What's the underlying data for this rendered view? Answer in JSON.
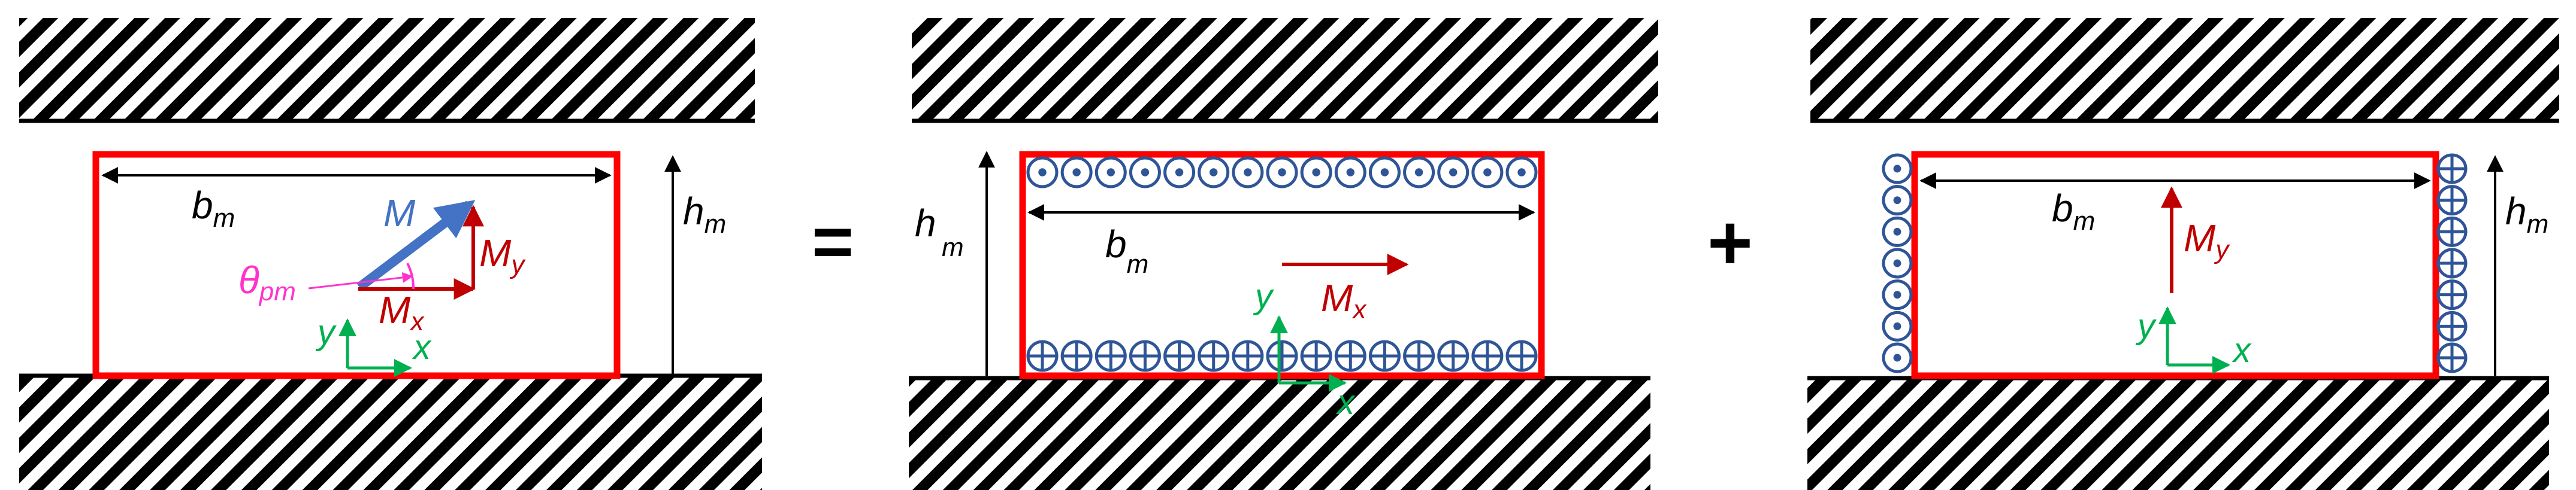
{
  "colors": {
    "magnet_outline": "#ff0000",
    "magnetization": "#c00000",
    "current_symbols": "#2f5597",
    "magnetization_vector": "#4472c4",
    "angle_label": "#ff33cc",
    "axes": "#00b050",
    "hatch": "#000000"
  },
  "icons": {
    "current_out": "dot-in-circle-icon",
    "current_in": "cross-in-circle-icon"
  },
  "panel1": {
    "width_label": "b",
    "width_sub": "m",
    "height_label": "h",
    "height_sub": "m",
    "M": "M",
    "Mx": "M",
    "Mx_sub": "x",
    "My": "M",
    "My_sub": "y",
    "theta": "θ",
    "theta_sub": "pm",
    "axis_x": "x",
    "axis_y": "y"
  },
  "equals": "=",
  "panel2": {
    "width_label": "b",
    "width_sub": "m",
    "height_label": "h",
    "height_sub": "m",
    "Mx": "M",
    "Mx_sub": "x",
    "axis_x": "x",
    "axis_y": "y",
    "top_current_count": 15,
    "bottom_current_count": 15
  },
  "plus": "+",
  "panel3": {
    "width_label": "b",
    "width_sub": "m",
    "height_label": "h",
    "height_sub": "m",
    "My": "M",
    "My_sub": "y",
    "axis_x": "x",
    "axis_y": "y",
    "left_current_count": 7,
    "right_current_count": 7
  }
}
